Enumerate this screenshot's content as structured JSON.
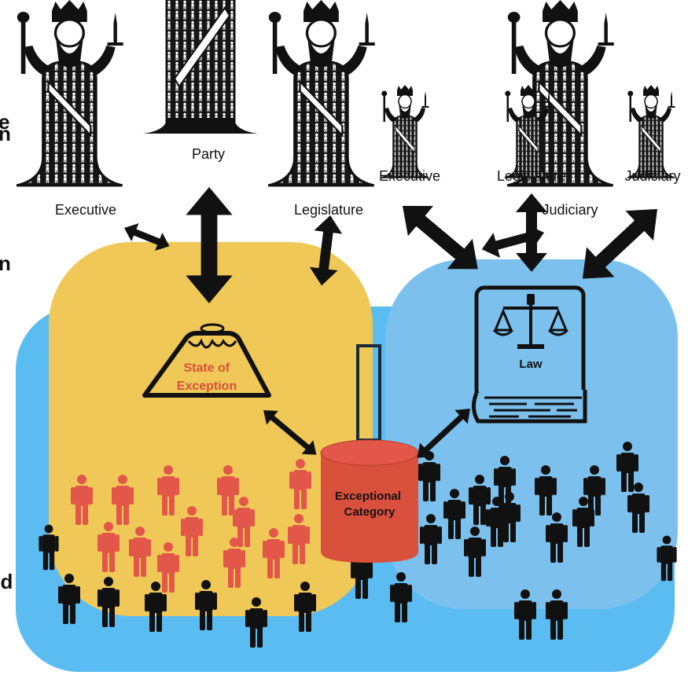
{
  "left_edge_fragments": [
    "e",
    "n",
    "n",
    "ed"
  ],
  "labels": {
    "executive": "Executive",
    "party": "Party",
    "legislature": "Legislature",
    "executive_small": "Executive",
    "legislature_small": "Legislature",
    "judiciary_small": "Judiciary",
    "judiciary": "Judiciary"
  },
  "zones": {
    "state_of_exception": "State of\nException",
    "law": "Law",
    "exceptional_category": "Exceptional\nCategory"
  },
  "colors": {
    "outer_blue": "#5bbcf2",
    "law_blue": "#7cc1ee",
    "exception_yellow": "#f0c857",
    "exception_red": "#d9503c",
    "person_red": "#e2574a",
    "ink": "#111111"
  }
}
